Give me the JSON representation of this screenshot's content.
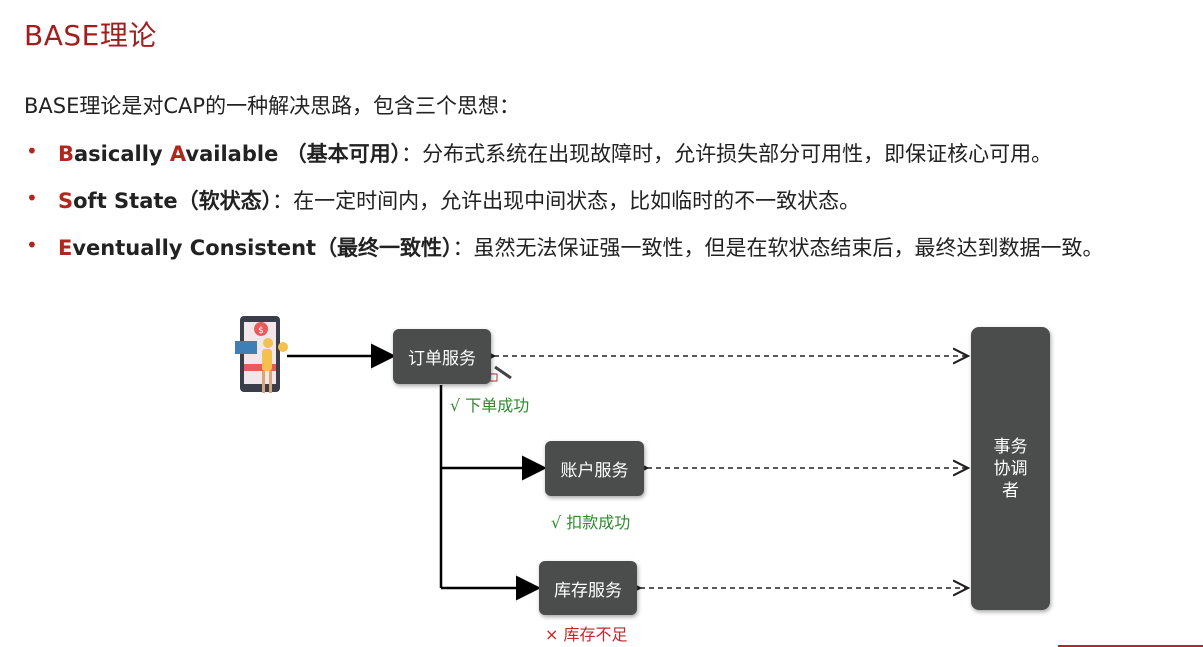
{
  "slide": {
    "title": "BASE理论",
    "intro": "BASE理论是对CAP的一种解决思路，包含三个思想：",
    "bullets": [
      {
        "first": "B",
        "rest1": "asically ",
        "second": "A",
        "rest2": "vailable",
        "term": " （基本可用）",
        "desc": "：分布式系统在出现故障时，允许损失部分可用性，即保证核心可用。"
      },
      {
        "first": "S",
        "rest1": "oft State",
        "term": "（软状态）",
        "desc": "：在一定时间内，允许出现中间状态，比如临时的不一致状态。"
      },
      {
        "first": "E",
        "rest1": "ventually Consistent",
        "term": "（最终一致性）",
        "desc": "：虽然无法保证强一致性，但是在软状态结束后，最终达到数据一致。"
      }
    ]
  },
  "diagram": {
    "order_service": "订单服务",
    "account_service": "账户服务",
    "inventory_service": "库存服务",
    "coordinator_lines": [
      "事务",
      "协调",
      "者"
    ],
    "order_status": "√ 下单成功",
    "account_status": "√ 扣款成功",
    "inventory_status": "× 库存不足",
    "colors": {
      "box": "#4a4d4c",
      "ok": "#2e8b2e",
      "fail": "#c0282a",
      "accent": "#b3261e"
    }
  }
}
